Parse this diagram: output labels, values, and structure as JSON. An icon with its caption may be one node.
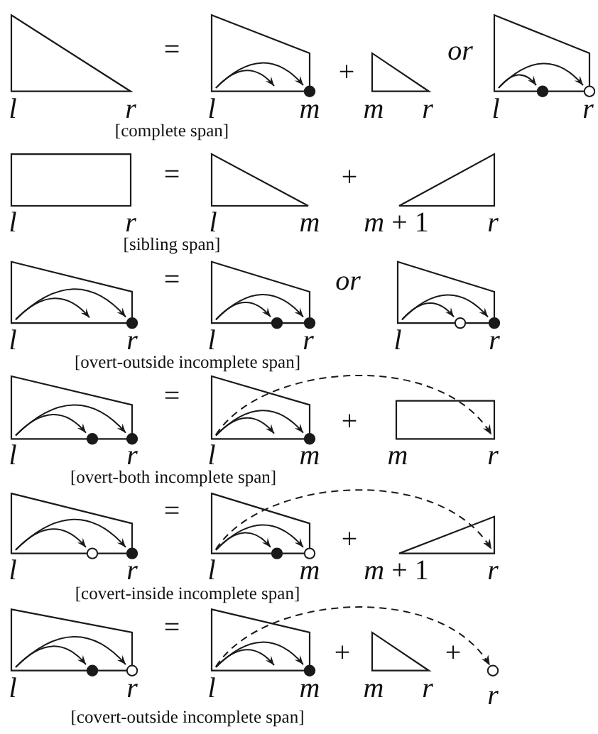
{
  "diagram": {
    "nodes": [
      {
        "text": [],
        "shape": "triangle",
        "beside": [
          "l",
          "r"
        ]
      },
      {
        "text": [],
        "shape": "trapezoid",
        "beside": [
          "l",
          "m"
        ]
      },
      {
        "text": [],
        "shape": "triangle",
        "beside": [
          "m",
          "r"
        ]
      },
      {
        "text": [],
        "shape": "trapezoid",
        "beside": [
          "l",
          "r"
        ]
      },
      {
        "text": [],
        "shape": "box",
        "beside": [
          "l",
          "r"
        ]
      },
      {
        "text": [],
        "shape": "triangle",
        "beside": [
          "l",
          "m"
        ]
      },
      {
        "text": [],
        "shape": "triangle",
        "beside": [
          "*m* + 1",
          "r"
        ]
      },
      {
        "text": [],
        "shape": "trapezoid",
        "beside": [
          "l",
          "r"
        ]
      },
      {
        "text": [],
        "shape": "trapezoid",
        "beside": [
          "l",
          "r"
        ]
      },
      {
        "text": [],
        "shape": "trapezoid",
        "beside": [
          "l",
          "r"
        ]
      },
      {
        "text": [],
        "shape": "trapezoid",
        "beside": [
          "l",
          "r"
        ]
      },
      {
        "text": [],
        "shape": "trapezoid",
        "beside": [
          "l",
          "m"
        ]
      },
      {
        "text": [],
        "shape": "box",
        "beside": [
          "m",
          "r"
        ]
      },
      {
        "text": [],
        "shape": "trapezoid",
        "beside": [
          "l",
          "r"
        ]
      },
      {
        "text": [],
        "shape": "trapezoid",
        "beside": [
          "l",
          "m"
        ]
      },
      {
        "text": [],
        "shape": "triangle",
        "beside": [
          "*m* + 1",
          "r"
        ]
      },
      {
        "text": [],
        "shape": "trapezoid",
        "beside": [
          "l",
          "r"
        ]
      },
      {
        "text": [],
        "shape": "trapezoid",
        "beside": [
          "l",
          "m"
        ]
      },
      {
        "text": [],
        "shape": "triangle",
        "beside": [
          "m",
          "r"
        ]
      },
      {
        "text": [],
        "shape": "circle",
        "beside": [
          "r"
        ]
      }
    ],
    "edges": [
      {
        "from": 11,
        "to": 12,
        "arrow": "to",
        "style": "dashed"
      },
      {
        "from": 14,
        "to": 15,
        "arrow": "to",
        "style": "dashed"
      },
      {
        "from": 17,
        "to": 19,
        "arrow": "to",
        "style": "dashed"
      }
    ],
    "labels": [
      "=",
      "+",
      "or",
      "[complete span]",
      "=",
      "+",
      "[sibling span]",
      "=",
      "or",
      "[overt-outside incomplete span]",
      "=",
      "+",
      "[overt-both incomplete span]",
      "=",
      "+",
      "[covert-inside incomplete span]",
      "=",
      "+",
      "+",
      "[covert-outside incomplete span]"
    ]
  }
}
